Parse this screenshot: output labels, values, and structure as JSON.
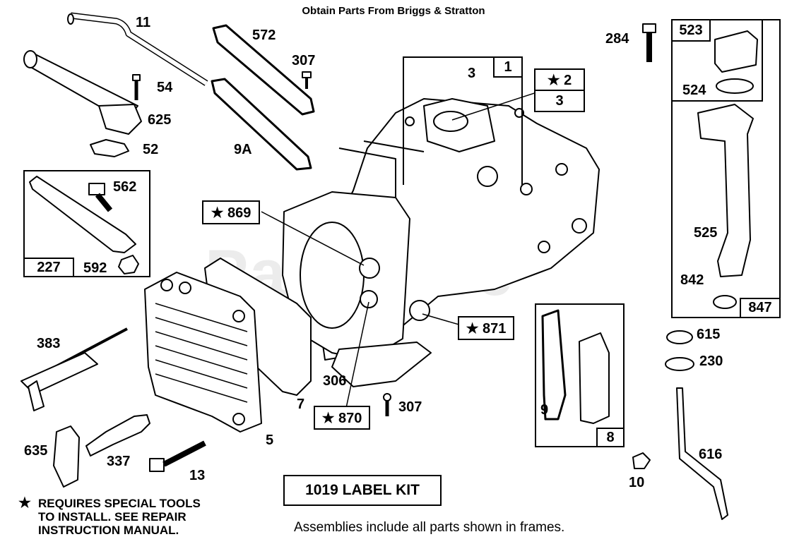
{
  "header": "Obtain Parts From Briggs & Stratton",
  "watermark": "PartsTree",
  "labels": {
    "p11": "11",
    "p572": "572",
    "p307a": "307",
    "p54": "54",
    "p625": "625",
    "p52": "52",
    "p9a": "9A",
    "p284": "284",
    "p3a": "3",
    "p3b": "3",
    "p524": "524",
    "p562": "562",
    "p592": "592",
    "p525": "525",
    "p842": "842",
    "p383": "383",
    "p306": "306",
    "p7": "7",
    "p307b": "307",
    "p5": "5",
    "p9": "9",
    "p615": "615",
    "p230": "230",
    "p635": "635",
    "p337": "337",
    "p13": "13",
    "p616": "616",
    "p10": "10"
  },
  "boxes": {
    "b1": "1",
    "b2": "★ 2",
    "b3": "3",
    "b523": "523",
    "b869": "★ 869",
    "b227": "227",
    "b871": "★ 871",
    "b870": "★ 870",
    "b8": "8",
    "b847": "847"
  },
  "note": {
    "star": "★",
    "lines": [
      "REQUIRES SPECIAL TOOLS",
      "TO INSTALL.  SEE REPAIR",
      "INSTRUCTION MANUAL."
    ]
  },
  "label_kit": "1019 LABEL KIT",
  "assemblies_note": "Assemblies include all parts shown in frames."
}
